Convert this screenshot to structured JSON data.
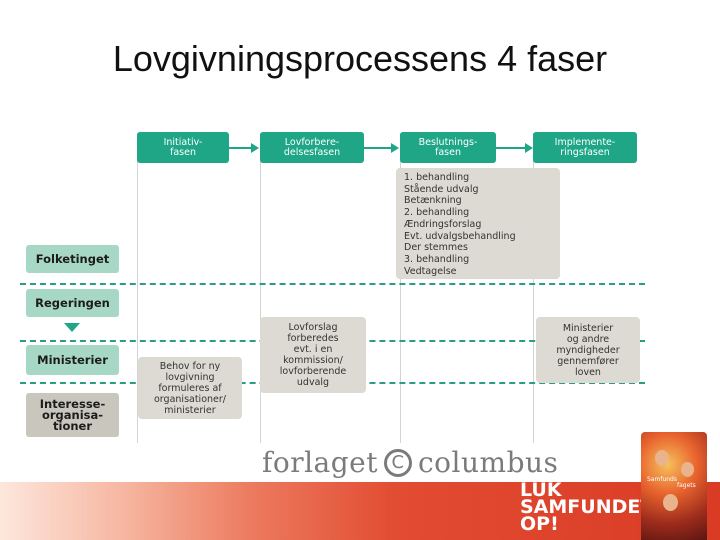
{
  "title": "Lovgivningsprocessens 4 faser",
  "phases": [
    {
      "label": "Initiativ-\nfasen"
    },
    {
      "label": "Lovforbere-\ndelsesfasen"
    },
    {
      "label": "Beslutnings-\nfasen"
    },
    {
      "label": "Implemente-\nringsfasen"
    }
  ],
  "actors": [
    {
      "label": "Folketinget"
    },
    {
      "label": "Regeringen"
    },
    {
      "label": "Ministerier"
    },
    {
      "label": "Interesse-\norganisa-\ntioner"
    }
  ],
  "decision_steps": [
    "1. behandling",
    "Stående udvalg",
    "Betænkning",
    "2. behandling",
    "Ændringsforslag",
    "Evt. udvalgsbehandling",
    "Der stemmes",
    "3. behandling",
    "Vedtagelse"
  ],
  "notes": {
    "initiative": "Behov for ny\nlovgivning\nformuleres af\norganisationer/\nministerier",
    "preparation": "Lovforslag\nforberedes\nevt. i en\nkommission/\nlovforberende\nudvalg",
    "implementation": "Ministerier\nog andre\nmyndigheder\ngennemfører\nloven"
  },
  "publisher": {
    "left": "forlaget",
    "symbol": "C",
    "right": "columbus"
  },
  "slogan": "LUK\nSAMFUNDET\nOP!",
  "book_cover": {
    "labels": [
      "Samfunds",
      "fagets"
    ]
  },
  "colors": {
    "phase": "#1fa687",
    "actor_green": "#a7d8c6",
    "actor_gray": "#c9c7bd",
    "note": "#dcdad2",
    "banner": "#e24c32"
  }
}
